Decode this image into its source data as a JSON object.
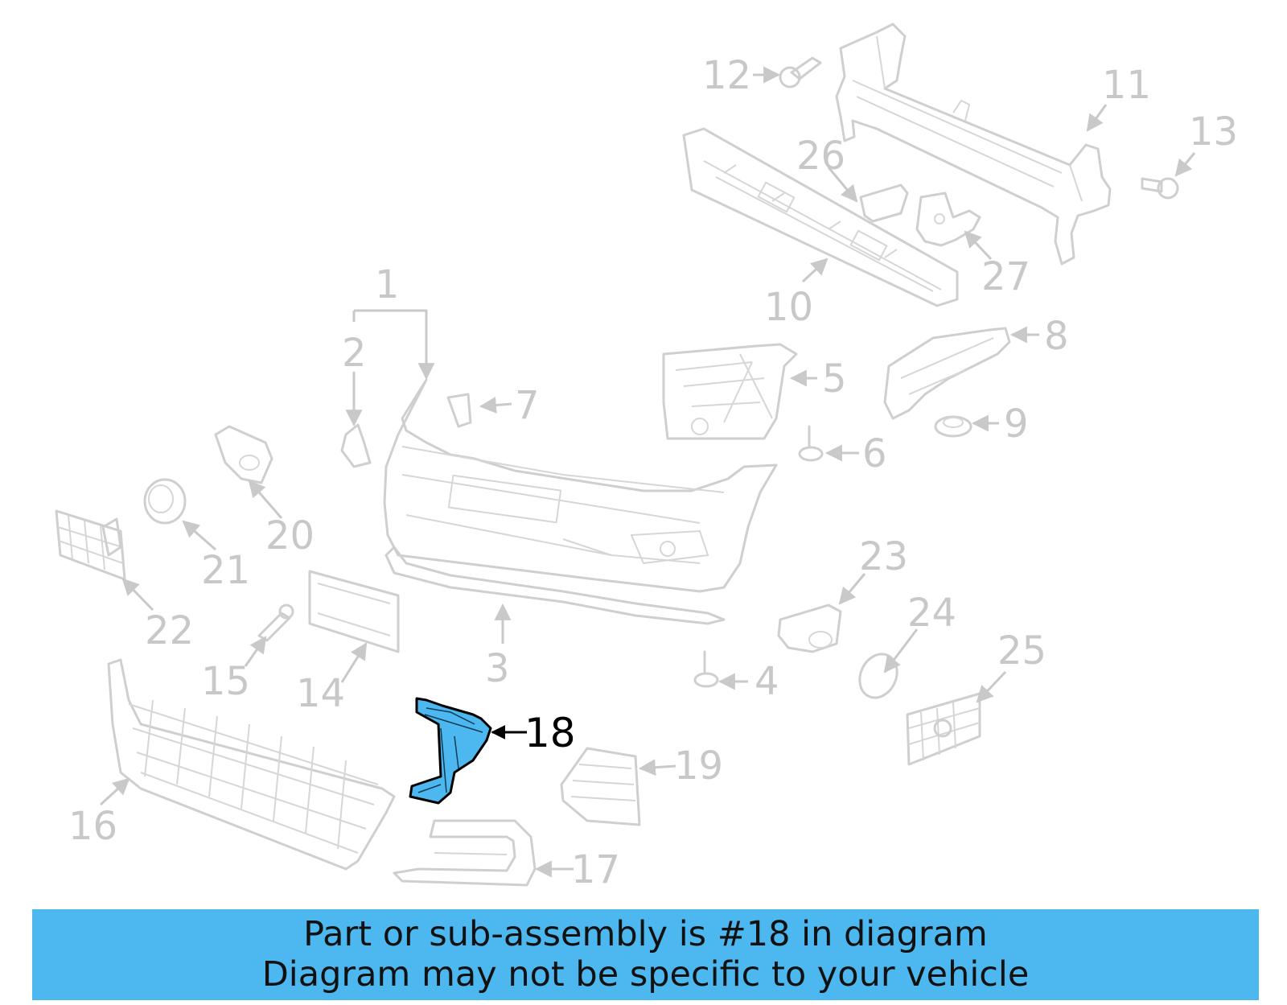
{
  "highlight": {
    "part_number": "18",
    "color": "#4db8ef"
  },
  "callouts": {
    "c1": "1",
    "c2": "2",
    "c3": "3",
    "c4": "4",
    "c5": "5",
    "c6": "6",
    "c7": "7",
    "c8": "8",
    "c9": "9",
    "c10": "10",
    "c11": "11",
    "c12": "12",
    "c13": "13",
    "c14": "14",
    "c15": "15",
    "c16": "16",
    "c17": "17",
    "c18": "18",
    "c19": "19",
    "c20": "20",
    "c21": "21",
    "c22": "22",
    "c23": "23",
    "c24": "24",
    "c25": "25",
    "c26": "26",
    "c27": "27"
  },
  "banner": {
    "line1": "Part or sub-assembly is #18 in diagram",
    "line2": "Diagram may not be specific to your vehicle",
    "color": "#4db8ef"
  }
}
